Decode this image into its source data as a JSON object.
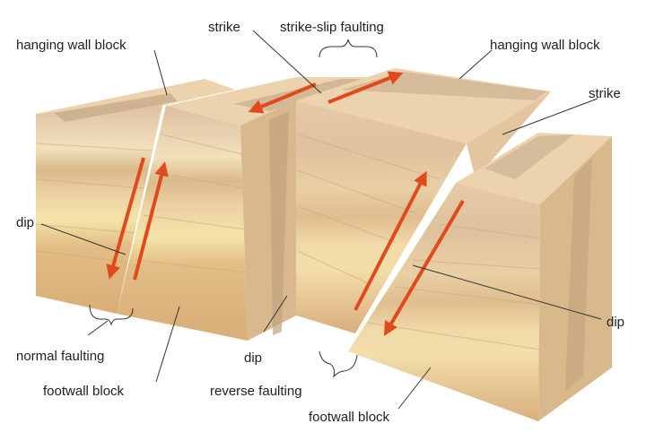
{
  "labels": {
    "hanging_wall_left": "hanging wall block",
    "strike_top": "strike",
    "strike_slip": "strike-slip faulting",
    "hanging_wall_right": "hanging wall block",
    "strike_right": "strike",
    "dip_left": "dip",
    "normal_faulting": "normal faulting",
    "footwall_left": "footwall block",
    "dip_center": "dip",
    "reverse_faulting": "reverse faulting",
    "footwall_right": "footwall block",
    "dip_right": "dip"
  },
  "colors": {
    "top_surface": "#ecd3ae",
    "layer_1": "#dcc0a0",
    "layer_2": "#e8d2b0",
    "layer_3": "#f2e0ba",
    "layer_4": "#dbb98c",
    "layer_5": "#f5e3a8",
    "layer_6": "#e2bd85",
    "layer_7": "#ddb27c",
    "side_shade": "#c9a47a",
    "fault_plane": "#c9b59b",
    "arrow": "#e04a1c",
    "leader": "#333333"
  }
}
